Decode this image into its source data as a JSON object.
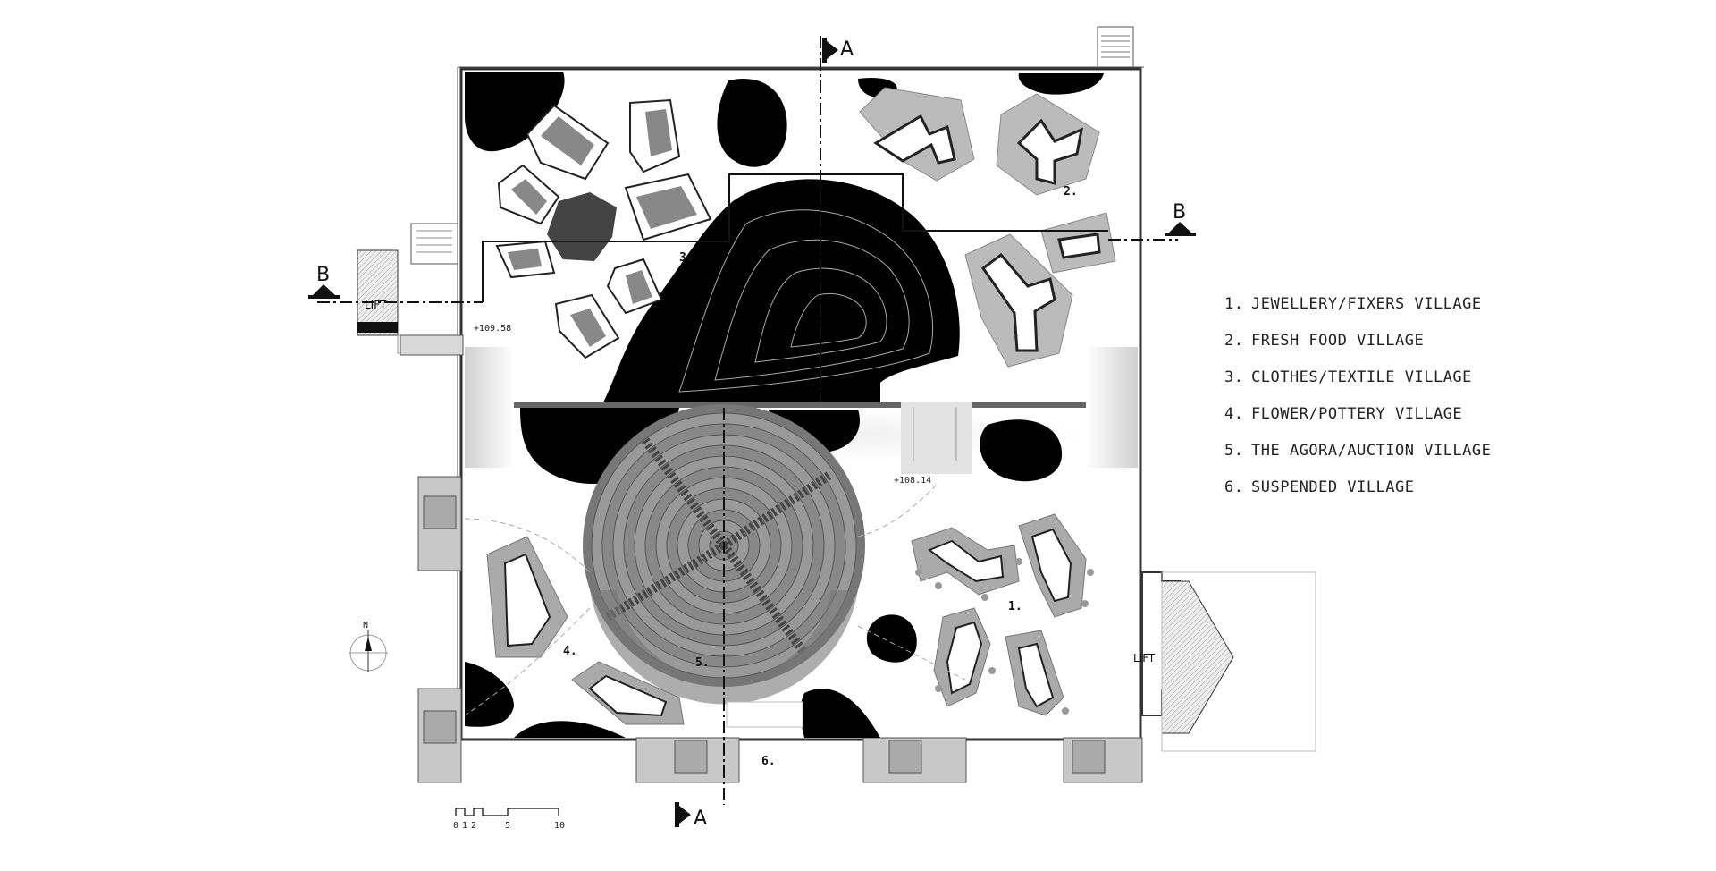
{
  "legend": [
    {
      "num": "1.",
      "label": "JEWELLERY/FIXERS VILLAGE"
    },
    {
      "num": "2.",
      "label": "FRESH FOOD VILLAGE"
    },
    {
      "num": "3.",
      "label": "CLOTHES/TEXTILE VILLAGE"
    },
    {
      "num": "4.",
      "label": "FLOWER/POTTERY VILLAGE"
    },
    {
      "num": "5.",
      "label": "THE AGORA/AUCTION VILLAGE"
    },
    {
      "num": "6.",
      "label": "SUSPENDED VILLAGE"
    }
  ],
  "plan": {
    "zone_labels": [
      "1.",
      "2.",
      "3.",
      "4.",
      "5.",
      "6."
    ],
    "elevations": [
      "+109.58",
      "+108.14"
    ],
    "lift_label": "LIFT",
    "section_labels": {
      "a": "A",
      "b": "B"
    },
    "north_label": "N",
    "scale_ticks": [
      "0",
      "1",
      "2",
      "5",
      "10"
    ]
  },
  "colors": {
    "fill_dark": "#000000",
    "fill_mid": "#8c8c8c",
    "fill_light": "#d6d6d6",
    "line": "#333333"
  }
}
